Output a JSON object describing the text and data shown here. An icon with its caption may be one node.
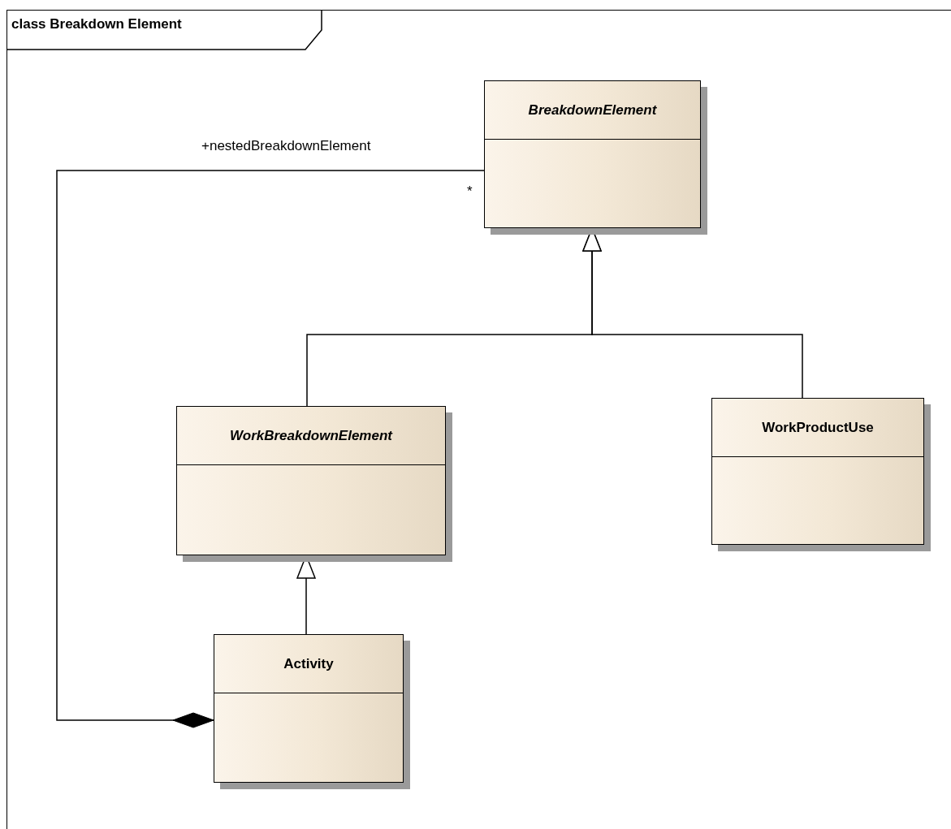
{
  "diagram": {
    "title": "class Breakdown Element",
    "nodes": [
      {
        "text": [
          "BreakdownElement"
        ]
      },
      {
        "text": [
          "WorkBreakdownElement"
        ]
      },
      {
        "text": [
          "WorkProductUse"
        ]
      },
      {
        "text": [
          "Activity"
        ]
      }
    ],
    "edges": [
      {
        "from": 1,
        "to": 0,
        "arrow": "to"
      },
      {
        "from": 2,
        "to": 0,
        "arrow": "to"
      },
      {
        "from": 3,
        "to": 1,
        "arrow": "to"
      },
      {
        "from": 3,
        "to": 0,
        "arrow": "other",
        "label": "+nestedBreakdownElement"
      }
    ],
    "labels": [
      "*"
    ]
  }
}
